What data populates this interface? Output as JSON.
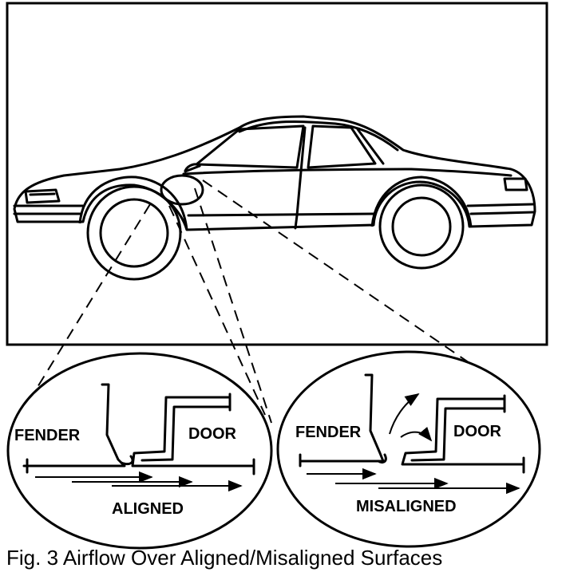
{
  "figure": {
    "caption": "Fig. 3 Airflow Over Aligned/Misaligned Surfaces"
  },
  "aligned_view": {
    "fender_label": "FENDER",
    "door_label": "DOOR",
    "condition_label": "ALIGNED"
  },
  "misaligned_view": {
    "fender_label": "FENDER",
    "door_label": "DOOR",
    "condition_label": "MISALIGNED"
  },
  "colors": {
    "ink": "#000000",
    "paper": "#ffffff"
  }
}
